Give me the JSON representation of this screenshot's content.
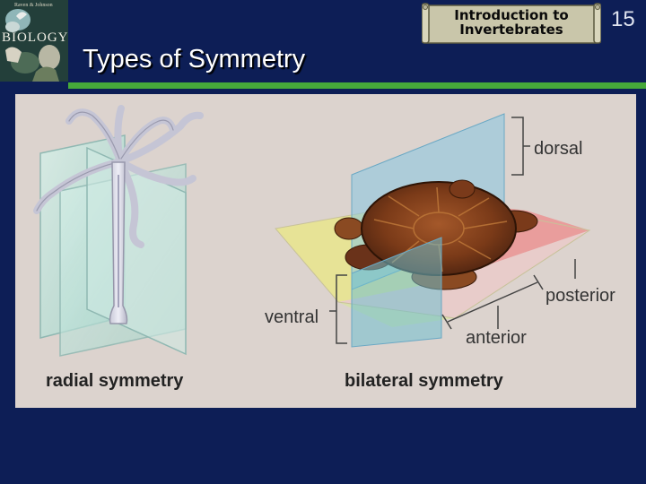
{
  "book_cover": {
    "title": "BIOLOGY",
    "author": "Raven & Johnson"
  },
  "header": {
    "slide_title": "Types of Symmetry",
    "topic_banner": "Introduction to Invertebrates",
    "slide_number": "15"
  },
  "figure": {
    "radial_caption": "radial symmetry",
    "bilateral_caption": "bilateral symmetry",
    "labels": {
      "dorsal": "dorsal",
      "ventral": "ventral",
      "posterior": "posterior",
      "anterior": "anterior"
    }
  },
  "colors": {
    "background": "#0d1e56",
    "accent_bar": "#46a93a",
    "figure_background": "#dcd3ce"
  }
}
